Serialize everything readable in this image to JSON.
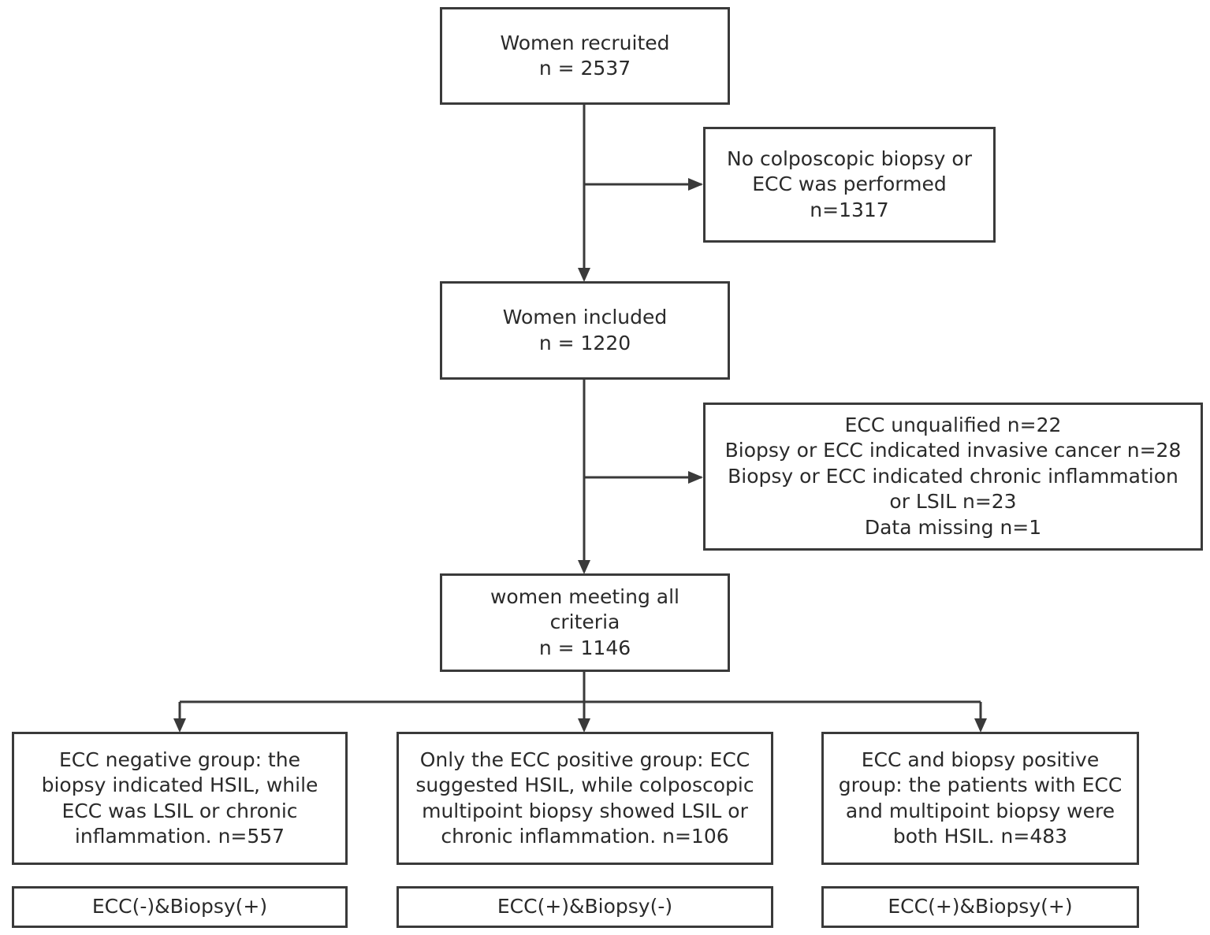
{
  "flowchart": {
    "recruited": {
      "line1": "Women recruited",
      "line2": "n = 2537"
    },
    "excluded_1": {
      "line1": "No colposcopic biopsy or",
      "line2": "ECC was performed",
      "line3": "n=1317"
    },
    "included": {
      "line1": "Women included",
      "line2": "n = 1220"
    },
    "excluded_2": {
      "line1": "ECC unqualified n=22",
      "line2": "Biopsy or ECC indicated invasive cancer n=28",
      "line3": "Biopsy or ECC indicated chronic inflammation",
      "line4": "or LSIL n=23",
      "line5": "Data missing n=1"
    },
    "meeting_criteria": {
      "line1": "women meeting all",
      "line2": "criteria",
      "line3": "n = 1146"
    },
    "groups": [
      {
        "line1": "ECC negative group: the",
        "line2": "biopsy indicated HSIL, while",
        "line3": "ECC was LSIL or chronic",
        "line4": "inflammation. n=557",
        "label": "ECC(-)&Biopsy(+)"
      },
      {
        "line1": "Only the ECC positive group: ECC",
        "line2": "suggested HSIL, while colposcopic",
        "line3": "multipoint biopsy showed LSIL or",
        "line4": "chronic inflammation. n=106",
        "label": "ECC(+)&Biopsy(-)"
      },
      {
        "line1": "ECC and biopsy positive",
        "line2": "group: the patients with ECC",
        "line3": "and multipoint biopsy were",
        "line4": "both HSIL. n=483",
        "label": "ECC(+)&Biopsy(+)"
      }
    ]
  },
  "colors": {
    "line": "#3a3a3a",
    "text": "#2a2a2a",
    "background": "#ffffff"
  }
}
